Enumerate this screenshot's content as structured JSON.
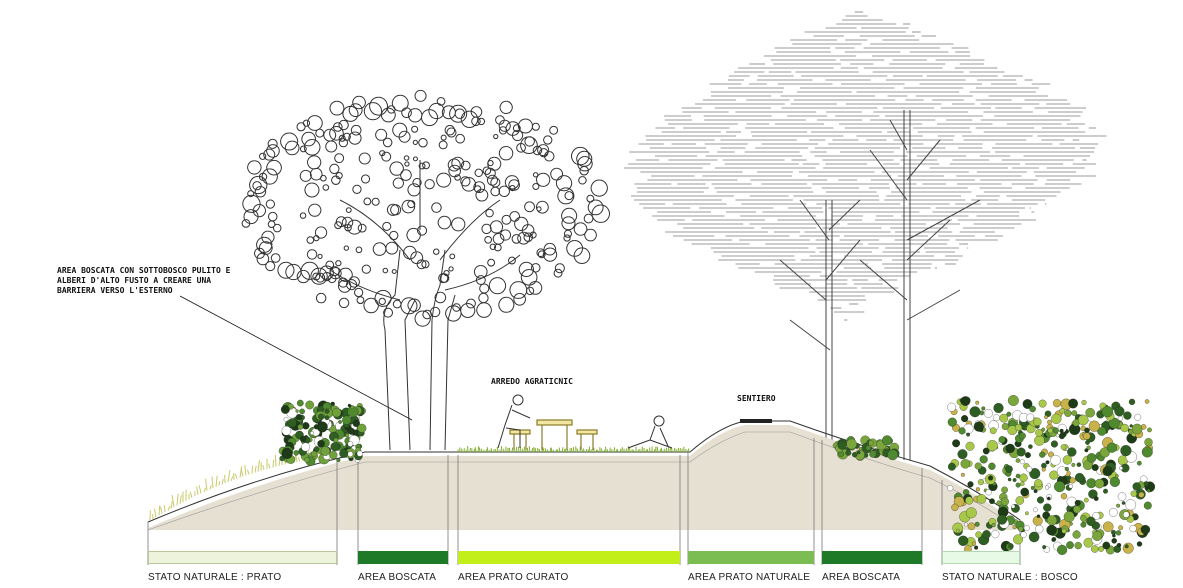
{
  "annotations": {
    "woodland_note": [
      "AREA BOSCATA CON SOTTOBOSCO PULITO E",
      "ALBERI D'ALTO FUSTO A CREARE UNA",
      "BARRIERA VERSO L'ESTERNO"
    ],
    "picnic_note": "ARREDO AGRATICNIC",
    "path_note": "SENTIERO"
  },
  "zones": [
    {
      "label": "STATO NATURALE : PRATO",
      "color": "#eef3dc"
    },
    {
      "label": "AREA BOSCATA",
      "color": "#1f7a27"
    },
    {
      "label": "AREA PRATO CURATO",
      "color": "#c2ee1a"
    },
    {
      "label": "AREA PRATO NATURALE",
      "color": "#7bbd52"
    },
    {
      "label": "AREA BOSCATA",
      "color": "#1f7a27"
    },
    {
      "label": "STATO NATURALE : BOSCO",
      "color": "#e6fae6"
    }
  ],
  "colors": {
    "soil": "#e6e0d2",
    "grass": "#a8c84a",
    "shrub_dark": "#2e5e22",
    "line": "#333333"
  }
}
